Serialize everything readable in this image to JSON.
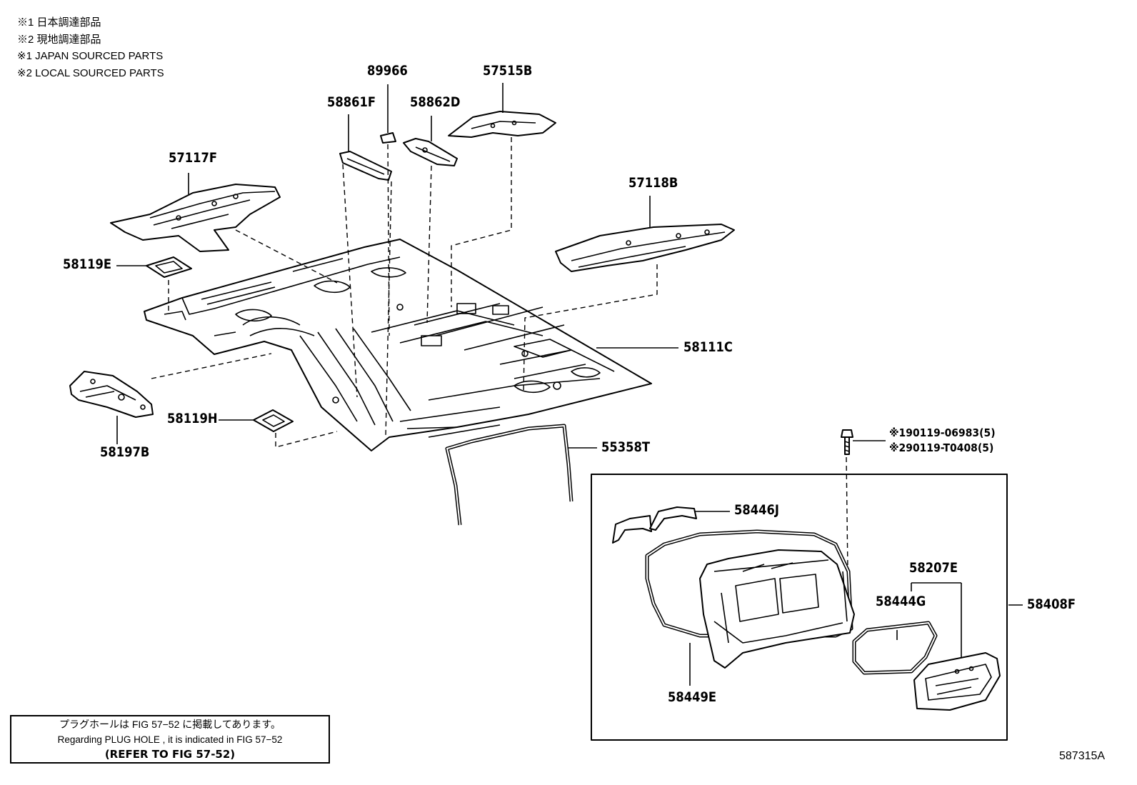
{
  "legend": [
    "※1 日本調達部品",
    "※2 現地調達部品",
    "※1 JAPAN SOURCED PARTS",
    "※2 LOCAL SOURCED PARTS"
  ],
  "parts": {
    "p89966": "89966",
    "p57515B": "57515B",
    "p58861F": "58861F",
    "p58862D": "58862D",
    "p57117F": "57117F",
    "p57118B": "57118B",
    "p58119E": "58119E",
    "p58111C": "58111C",
    "p58119H": "58119H",
    "p58197B": "58197B",
    "p55358T": "55358T",
    "p58446J": "58446J",
    "p58207E": "58207E",
    "p58444G": "58444G",
    "p58408F": "58408F",
    "p58449E": "58449E"
  },
  "bolt_refs": {
    "ref1": "※190119-06983(5)",
    "ref2": "※290119-T0408(5)"
  },
  "note": {
    "line1": "プラグホールは FIG 57−52 に掲載してあります。",
    "line2": "Regarding PLUG HOLE , it is indicated in FIG 57−52",
    "line3": "(REFER TO FIG 57-52)"
  },
  "figure_id": "587315A"
}
